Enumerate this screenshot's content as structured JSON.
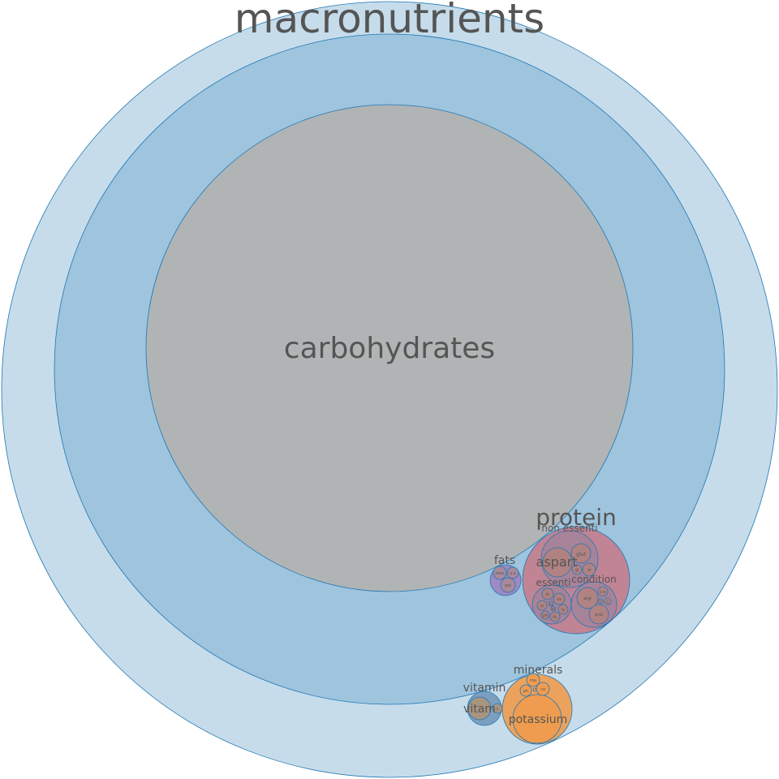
{
  "title": "macronutrients",
  "nodes": {
    "root": {
      "label": "macronutrients",
      "color": "#c6dcea"
    },
    "inner": {
      "label": "",
      "color": "#9ec4de"
    },
    "carbohydrates": {
      "label": "carbohydrates",
      "color": "#b1b4b5"
    },
    "protein": {
      "label": "protein",
      "color": "#c08494"
    },
    "non_essential": {
      "label": "non essenti",
      "color": "#a7839a"
    },
    "aspartic": {
      "label": "aspart",
      "color": "#b08282"
    },
    "glutamic": {
      "label": "glut",
      "color": "#b08282"
    },
    "glycine": {
      "label": "gl",
      "color": "#b08282"
    },
    "alanine": {
      "label": "al",
      "color": "#b08282"
    },
    "essential": {
      "label": "essenti",
      "color": "#a7839a"
    },
    "leucine": {
      "label": "le",
      "color": "#b08282"
    },
    "valine": {
      "label": "va",
      "color": "#b08282"
    },
    "isoleucine": {
      "label": "is",
      "color": "#b08282"
    },
    "methionine": {
      "label": "m",
      "color": "#b08282"
    },
    "threonine_small": {
      "label": "th",
      "color": "#b08282"
    },
    "lysine": {
      "label": "ly",
      "color": "#b08282"
    },
    "phenylalanine": {
      "label": "ph",
      "color": "#b08282"
    },
    "threonine": {
      "label": "th",
      "color": "#b08282"
    },
    "conditional": {
      "label": "condition",
      "color": "#a7839a"
    },
    "arginine": {
      "label": "argi",
      "color": "#b08282"
    },
    "serine": {
      "label": "s e",
      "color": "#b08282"
    },
    "tyrosine": {
      "label": "t",
      "color": "#b08282"
    },
    "cystine": {
      "label": "c",
      "color": "#b08282"
    },
    "proline": {
      "label": "prol",
      "color": "#b08282"
    },
    "fats": {
      "label": "fats",
      "color": "#9d8ac2"
    },
    "monounsaturated": {
      "label": "mon",
      "color": "#a88a9c"
    },
    "saturated": {
      "label": "s a",
      "color": "#a88a9c"
    },
    "polyunsaturated": {
      "label": "pol",
      "color": "#a88a9c"
    },
    "minerals": {
      "label": "minerals",
      "color": "#eba25d"
    },
    "potassium": {
      "label": "potassium",
      "color": "#ef9c50"
    },
    "magnesium": {
      "label": "ma",
      "color": "#ef9c50"
    },
    "phosphorus": {
      "label": "ph",
      "color": "#ef9c50"
    },
    "calcium": {
      "label": "ca",
      "color": "#ef9c50"
    },
    "mineral_tiny": {
      "label": "",
      "color": "#ef9c50"
    },
    "vitamins": {
      "label": "vitamin",
      "color": "#7c9fc0"
    },
    "vitamin_main": {
      "label": "vitam",
      "color": "#a89580"
    },
    "vitamin_small": {
      "label": "o",
      "color": "#a89580"
    }
  }
}
